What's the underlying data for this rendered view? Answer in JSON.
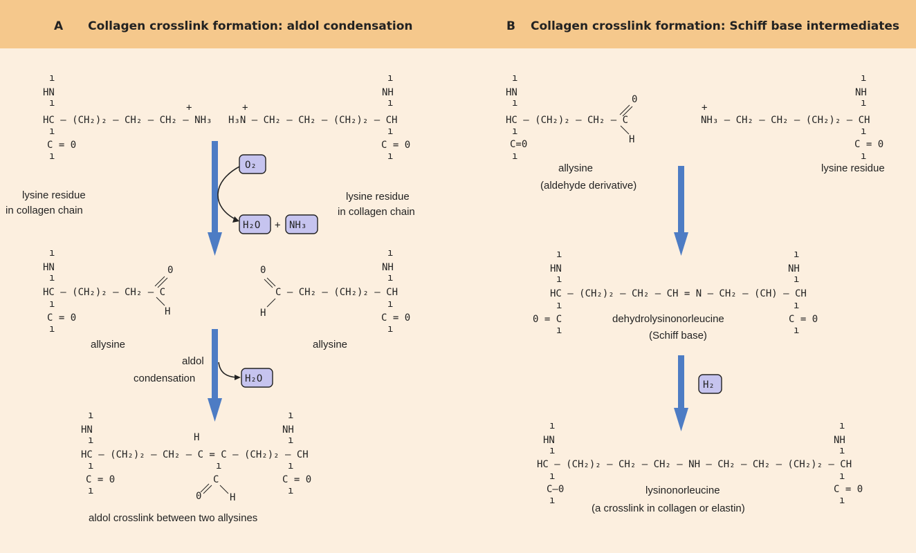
{
  "panels": {
    "a": {
      "letter": "A",
      "title": "Collagen crosslink formation: aldol condensation",
      "lysine_left": [
        "lysine residue",
        "in collagen chain"
      ],
      "lysine_right": [
        "lysine residue",
        "in collagen chain"
      ],
      "allysine_left": "allysine",
      "allysine_right": "allysine",
      "step2_label": [
        "aldol",
        "condensation"
      ],
      "product_label": "aldol crosslink between two allysines",
      "reagents": {
        "o2": "O₂",
        "h2o": "H₂O",
        "nh3": "NH₃",
        "plus": "+",
        "h2o_b": "H₂O"
      },
      "formulas": {
        "r1_left": "HC – (CH₂)₂ – CH₂ – CH₂ – NH₃",
        "r1_right": "H₃N – CH₂ – CH₂ – (CH₂)₂ – CH",
        "r2_left": "HC – (CH₂)₂ – CH₂ – C",
        "r2_right": "C – CH₂ – (CH₂)₂ – CH",
        "r3_main": "HC – (CH₂)₂ – CH₂ – C = C – (CH₂)₂ – CH",
        "hn": "HN",
        "nh": "NH",
        "co": "C = 0",
        "o": "0",
        "h": "H",
        "c": "C",
        "plus": "+"
      }
    },
    "b": {
      "letter": "B",
      "title": "Collagen crosslink formation: Schiff base intermediates",
      "allysine_label": [
        "allysine",
        "(aldehyde derivative)"
      ],
      "lysine_label": "lysine residue",
      "schiff_label": [
        "dehydrolysinonorleucine",
        "(Schiff base)"
      ],
      "product_label": [
        "lysinonorleucine",
        "(a crosslink in collagen or elastin)"
      ],
      "reagent_h2": "H₂",
      "formulas": {
        "r1_left": "HC – (CH₂)₂ – CH₂ – C",
        "r1_right": "NH₃ – CH₂ – CH₂ – (CH₂)₂ – CH",
        "r2_main": "HC – (CH₂)₂ – CH₂ – CH = N – CH₂ – (CH) – CH",
        "r2_co_left": "0 = C",
        "r3_main": "HC – (CH₂)₂ – CH₂ – CH₂ – NH – CH₂ – CH₂ – (CH₂)₂ – CH",
        "hn": "HN",
        "nh": "NH",
        "co": "C = 0",
        "co_tight": "C=0",
        "co_tight_b": "C–0",
        "o": "0",
        "h": "H",
        "plus": "+"
      }
    }
  },
  "colors": {
    "header": "#f5c88c",
    "background": "#fcefdf",
    "arrow": "#4d7cc4",
    "reagent": "#c6c4ef"
  }
}
